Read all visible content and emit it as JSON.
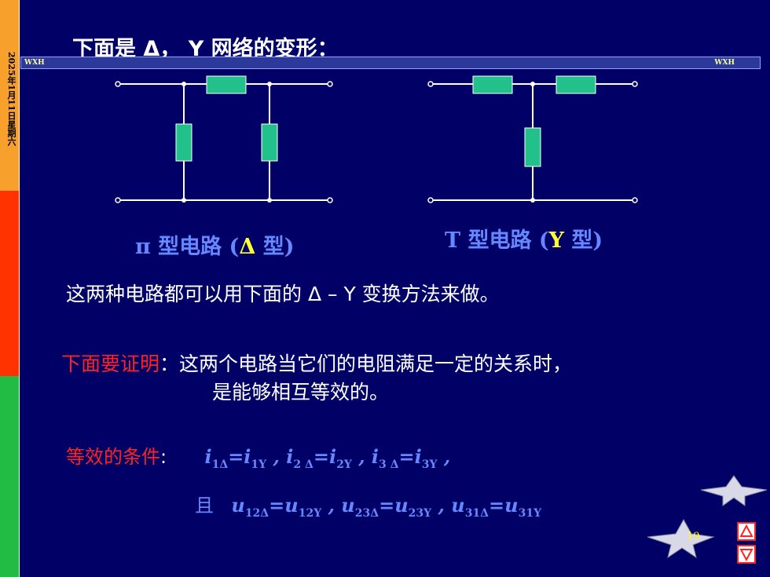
{
  "sidebar": {
    "date": "2025年1月11日星期六",
    "colors": [
      "#f7a12c",
      "#ff3300",
      "#22bb44"
    ]
  },
  "header": {
    "title": "下面是 Δ， Y 网络的变形：",
    "tag_left": "WXH",
    "tag_right": "WXH"
  },
  "captions": {
    "pi_prefix": "π 型电路 (",
    "pi_delta": "Δ",
    "pi_suffix": " 型)",
    "t_prefix": "T 型电路 (",
    "t_y": "Y",
    "t_suffix": " 型)"
  },
  "body": {
    "line1": "这两种电路都可以用下面的 Δ – Y 变换方法来做。",
    "prove_label": "下面要证明",
    "prove_colon": "：",
    "prove_line1": "这两个电路当它们的电阻满足一定的关系时，",
    "prove_line2": "是能够相互等效的。"
  },
  "conditions": {
    "label": "等效的条件",
    "colon": ":",
    "current_eq": [
      {
        "l": "i",
        "ls": "1Δ",
        "r": "i",
        "rs": "1Y",
        "sep": " , "
      },
      {
        "l": "i",
        "ls": "2 Δ",
        "r": "i",
        "rs": "2Y",
        "sep": " ,  "
      },
      {
        "l": "i",
        "ls": "3 Δ",
        "r": "i",
        "rs": "3Y",
        "sep": " ,"
      }
    ],
    "and": "且",
    "voltage_eq": [
      {
        "l": "u",
        "ls": "12Δ",
        "r": "u",
        "rs": "12Y",
        "sep": " , "
      },
      {
        "l": "u",
        "ls": "23Δ",
        "r": "u",
        "rs": "23Y",
        "sep": " , "
      },
      {
        "l": "u",
        "ls": "31Δ",
        "r": "u",
        "rs": "31Y",
        "sep": ""
      }
    ]
  },
  "nav": {
    "page": "19",
    "up_icon": "triangle-up-icon",
    "down_icon": "triangle-down-icon",
    "accent": "#ff2222"
  },
  "colors": {
    "background": "#000066",
    "resistor": "#22c08a",
    "caption": "#6688ff",
    "highlight": "#ffff33"
  }
}
